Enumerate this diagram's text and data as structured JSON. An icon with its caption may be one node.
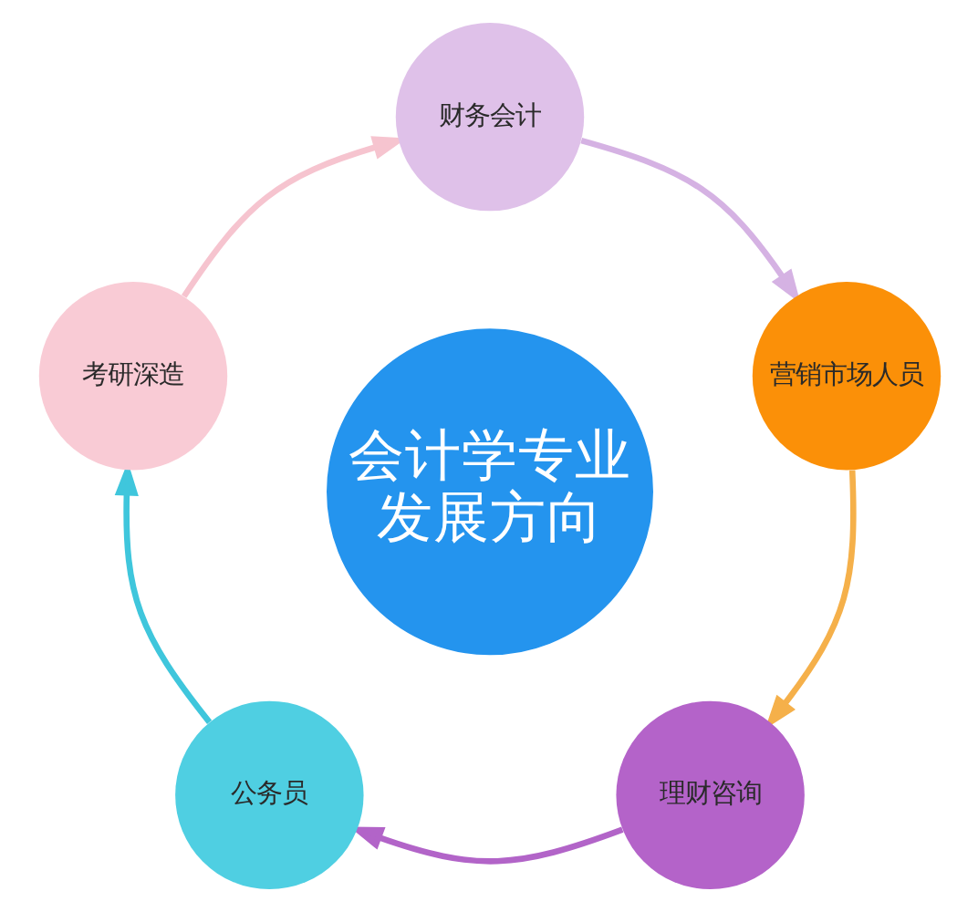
{
  "diagram": {
    "nodes": [
      {
        "text": [
          "财务会计"
        ]
      },
      {
        "text": [
          "考研深造"
        ]
      },
      {
        "text": [
          "营销市场人员"
        ]
      },
      {
        "text": [
          "会计学专业发展方向"
        ]
      },
      {
        "text": [
          "公务员"
        ]
      },
      {
        "text": [
          "理财咨询"
        ]
      }
    ],
    "edges": [
      {
        "from": 1,
        "to": 0,
        "arrow": "to",
        "color": "#f6c4cf"
      },
      {
        "from": 0,
        "to": 2,
        "arrow": "to",
        "color": "#d5b2e3"
      },
      {
        "from": 2,
        "to": 5,
        "arrow": "to",
        "color": "#f5b04a"
      },
      {
        "from": 5,
        "to": 4,
        "arrow": "to",
        "color": "#b264c8"
      },
      {
        "from": 4,
        "to": 1,
        "arrow": "to",
        "color": "#3fc6dc"
      }
    ]
  }
}
